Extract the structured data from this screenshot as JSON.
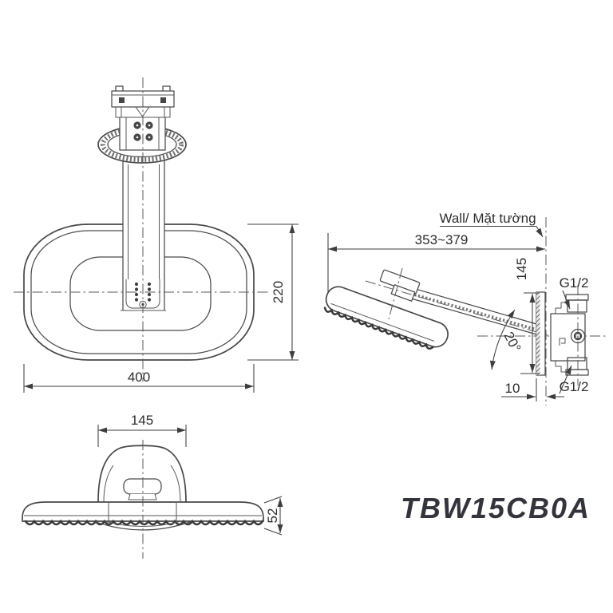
{
  "drawing": {
    "model_code": "TBW15CB0A",
    "top_view": {
      "width_mm": "400",
      "depth_mm": "220"
    },
    "side_view": {
      "wall_label": "Wall/ Mặt tường",
      "reach_range_mm": "353~379",
      "plate_height_mm": "145",
      "tilt_angle": "20°",
      "thread_top": "G1/2",
      "thread_bottom": "G1/2",
      "wall_offset_mm": "10"
    },
    "front_view": {
      "hub_width_mm": "145",
      "head_thickness_mm": "52"
    },
    "colors": {
      "line": "#474747",
      "dimension_text": "#2d2d2d",
      "model_text": "#34343c",
      "background": "#ffffff"
    }
  }
}
